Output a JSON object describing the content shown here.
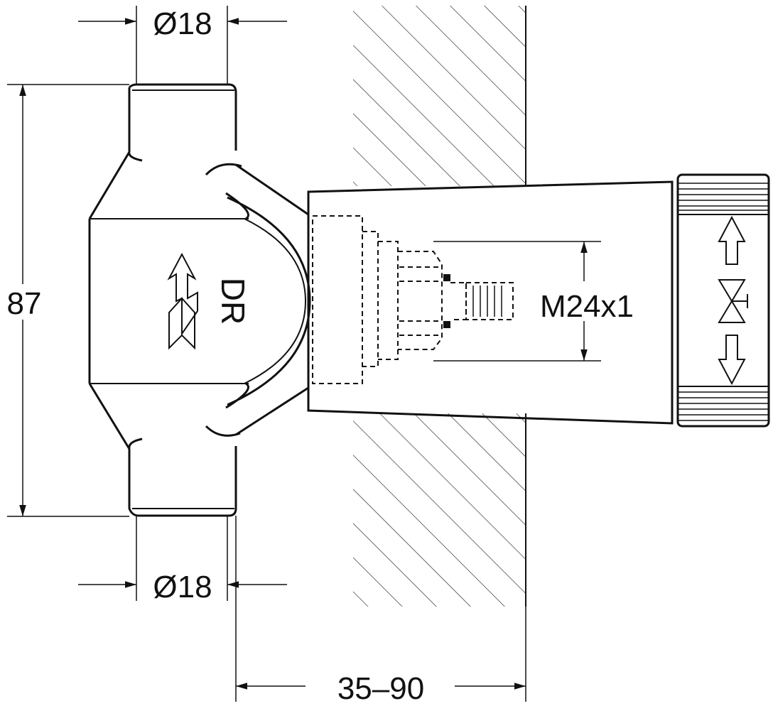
{
  "dimensions": {
    "top_diameter": "Ø18",
    "bottom_diameter": "Ø18",
    "height": "87",
    "wall_depth": "35–90",
    "thread": "M24x1"
  },
  "body_marking": "DR",
  "icons": [
    "up-arrow-icon",
    "valve-symbol-icon",
    "down-arrow-icon",
    "flow-arrow-icon"
  ]
}
